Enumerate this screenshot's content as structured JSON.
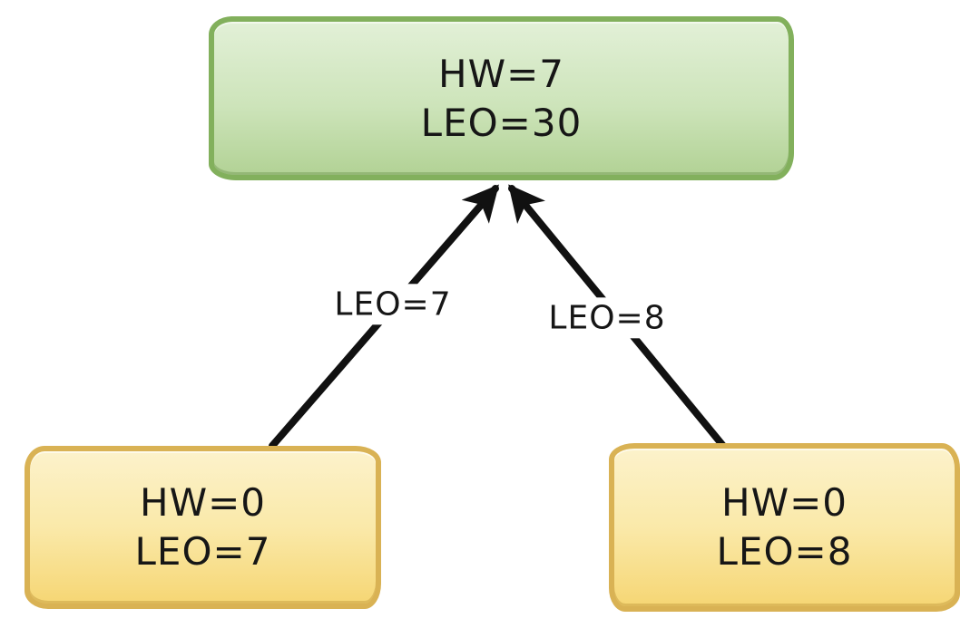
{
  "diagram": {
    "type": "tree-diagram",
    "background_color": "#ffffff",
    "arrow_color": "#111111",
    "nodes": {
      "parent": {
        "line1": "HW=7",
        "line2": "LEO=30",
        "fill_top": "#e2f0d7",
        "fill_bottom": "#b2d295",
        "border_color": "#82b05c"
      },
      "left_child": {
        "line1": "HW=0",
        "line2": "LEO=7",
        "fill_top": "#fcf2cb",
        "fill_bottom": "#f6d674",
        "border_color": "#d9b254"
      },
      "right_child": {
        "line1": "HW=0",
        "line2": "LEO=8",
        "fill_top": "#fcf2cb",
        "fill_bottom": "#f6d674",
        "border_color": "#d9b254"
      }
    },
    "edges": {
      "left": {
        "from": "left_child",
        "to": "parent",
        "label": "LEO=7"
      },
      "right": {
        "from": "right_child",
        "to": "parent",
        "label": "LEO=8"
      }
    }
  }
}
